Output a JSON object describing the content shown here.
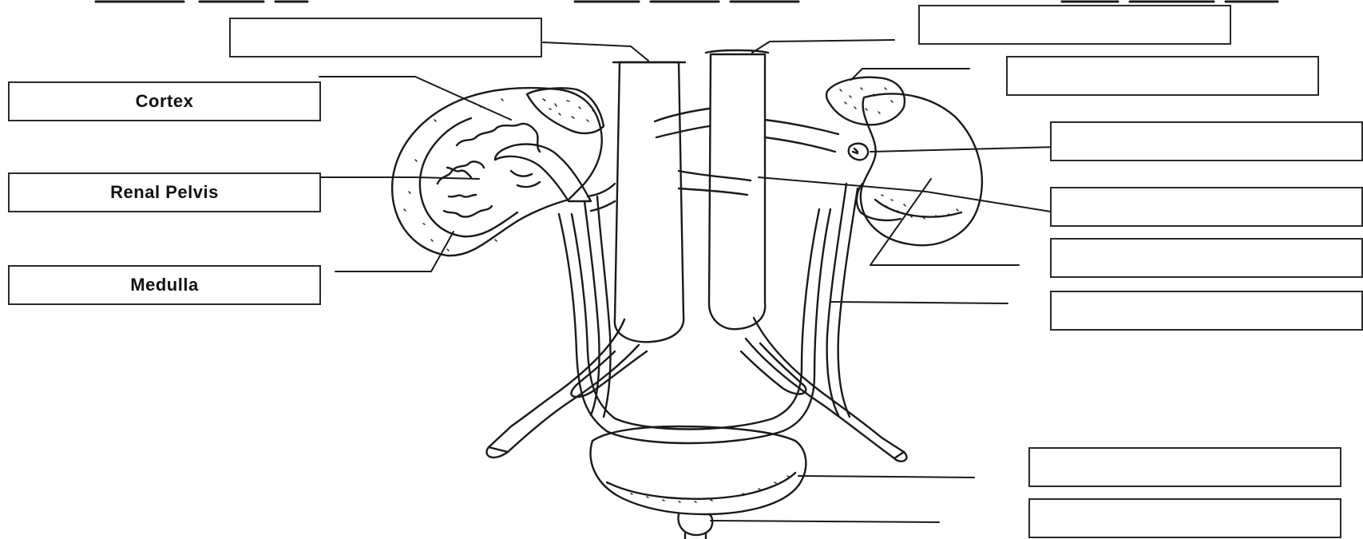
{
  "diagram": {
    "colors": {
      "stroke": "#1a1a1a",
      "box_border": "#2a2a2a",
      "text": "#111111",
      "background": "#ffffff"
    },
    "labels": {
      "cortex": "Cortex",
      "renal_pelvis": "Renal Pelvis",
      "medulla": "Medulla",
      "blank_top_left": "",
      "blank_top_right": "",
      "blank_right_1": "",
      "blank_right_2": "",
      "blank_right_3": "",
      "blank_right_4": "",
      "blank_right_5": "",
      "blank_bottom_1": "",
      "blank_bottom_2": ""
    }
  }
}
